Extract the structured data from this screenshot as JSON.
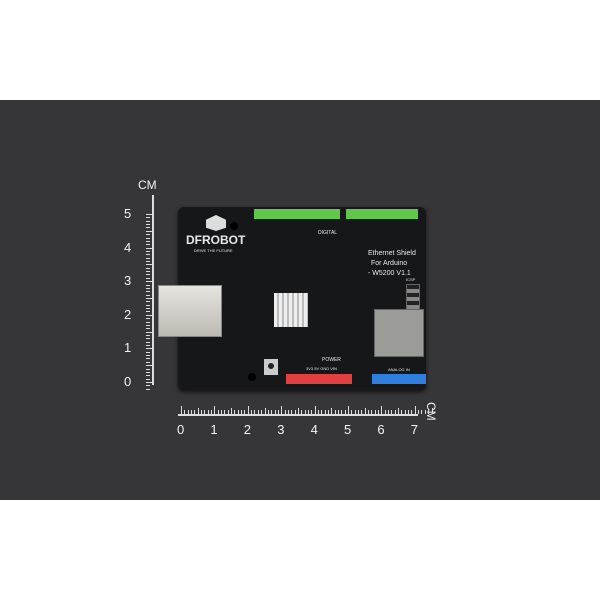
{
  "photo": {
    "background_color": "#363638",
    "board": {
      "brand": "DFROBOT",
      "tagline": "DRIVE THE FUTURE",
      "title_lines": [
        "Ethernet Shield",
        "For Arduino",
        "- W5200 V1.1"
      ],
      "power_label": "POWER",
      "power_pins": "3V3 5V GND VIN",
      "analog_label": "ANALOG IN",
      "digital_label": "DIGITAL",
      "icsp_label": "ICSP"
    },
    "ruler_vertical": {
      "unit": "CM",
      "ticks": [
        "5",
        "4",
        "3",
        "2",
        "1",
        "0"
      ]
    },
    "ruler_horizontal": {
      "unit": "CM",
      "ticks": [
        "0",
        "1",
        "2",
        "3",
        "4",
        "5",
        "6",
        "7"
      ]
    }
  }
}
